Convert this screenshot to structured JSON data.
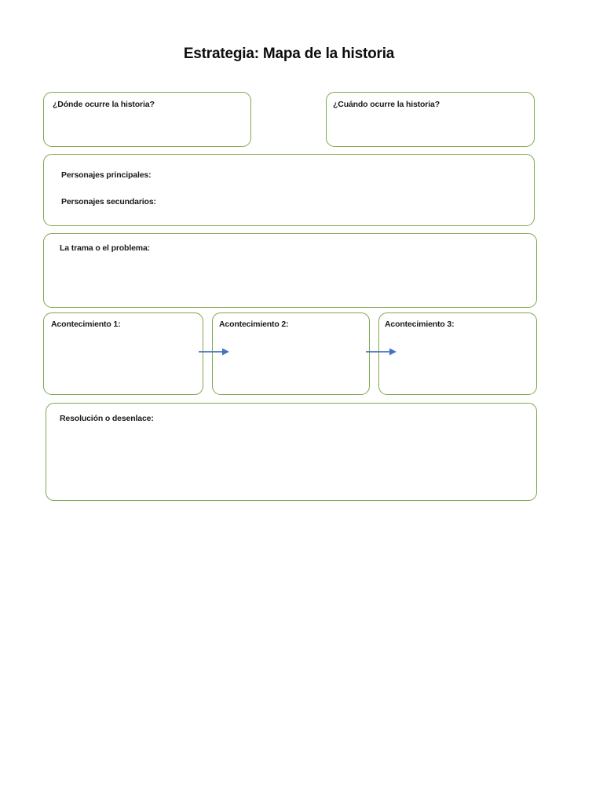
{
  "document": {
    "title": "Estrategia: Mapa de la historia"
  },
  "theme": {
    "box_border_color": "#7ea74e",
    "arrow_color": "#4472c4",
    "text_color": "#1a1a1a",
    "page_background": "#ffffff"
  },
  "boxes": {
    "where": {
      "label": "¿Dónde ocurre la historia?"
    },
    "when": {
      "label": "¿Cuándo ocurre la historia?"
    },
    "characters": {
      "main_label": "Personajes principales:",
      "secondary_label": "Personajes secundarios:"
    },
    "plot": {
      "label": "La trama o el problema:"
    },
    "events": [
      {
        "label": "Acontecimiento 1:"
      },
      {
        "label": "Acontecimiento 2:"
      },
      {
        "label": "Acontecimiento 3:"
      }
    ],
    "resolution": {
      "label": "Resolución o desenlace:"
    }
  },
  "connectors": [
    {
      "name": "arrow-event-1-to-2",
      "icon": "arrow-right-icon"
    },
    {
      "name": "arrow-event-2-to-3",
      "icon": "arrow-right-icon"
    }
  ]
}
